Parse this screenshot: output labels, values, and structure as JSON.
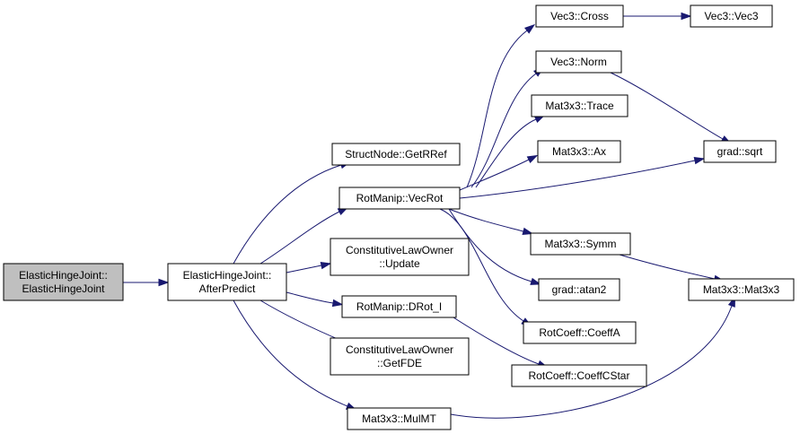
{
  "graph": {
    "edge_color": "#191970",
    "root_fill": "#bfbfbf",
    "nodes": [
      {
        "id": "root",
        "lines": [
          "ElasticHingeJoint::",
          "ElasticHingeJoint"
        ],
        "root": true
      },
      {
        "id": "afterpredict",
        "lines": [
          "ElasticHingeJoint::",
          "AfterPredict"
        ]
      },
      {
        "id": "getrref",
        "lines": [
          "StructNode::GetRRef"
        ]
      },
      {
        "id": "vecrot",
        "lines": [
          "RotManip::VecRot"
        ]
      },
      {
        "id": "clo_update",
        "lines": [
          "ConstitutiveLawOwner",
          "::Update"
        ]
      },
      {
        "id": "drot",
        "lines": [
          "RotManip::DRot_I"
        ]
      },
      {
        "id": "clo_getfde",
        "lines": [
          "ConstitutiveLawOwner",
          "::GetFDE"
        ]
      },
      {
        "id": "mulmt",
        "lines": [
          "Mat3x3::MulMT"
        ]
      },
      {
        "id": "cross",
        "lines": [
          "Vec3::Cross"
        ]
      },
      {
        "id": "norm",
        "lines": [
          "Vec3::Norm"
        ]
      },
      {
        "id": "trace",
        "lines": [
          "Mat3x3::Trace"
        ]
      },
      {
        "id": "ax",
        "lines": [
          "Mat3x3::Ax"
        ]
      },
      {
        "id": "symm",
        "lines": [
          "Mat3x3::Symm"
        ]
      },
      {
        "id": "atan2",
        "lines": [
          "grad::atan2"
        ]
      },
      {
        "id": "coeffa",
        "lines": [
          "RotCoeff::CoeffA"
        ]
      },
      {
        "id": "coeffcstar",
        "lines": [
          "RotCoeff::CoeffCStar"
        ]
      },
      {
        "id": "vec3ctor",
        "lines": [
          "Vec3::Vec3"
        ]
      },
      {
        "id": "sqrt",
        "lines": [
          "grad::sqrt"
        ]
      },
      {
        "id": "mat3x3ctor",
        "lines": [
          "Mat3x3::Mat3x3"
        ]
      }
    ],
    "edges": [
      [
        "root",
        "afterpredict"
      ],
      [
        "afterpredict",
        "getrref"
      ],
      [
        "afterpredict",
        "vecrot"
      ],
      [
        "afterpredict",
        "clo_update"
      ],
      [
        "afterpredict",
        "drot"
      ],
      [
        "afterpredict",
        "clo_getfde"
      ],
      [
        "afterpredict",
        "mulmt"
      ],
      [
        "vecrot",
        "cross"
      ],
      [
        "vecrot",
        "norm"
      ],
      [
        "vecrot",
        "trace"
      ],
      [
        "vecrot",
        "ax"
      ],
      [
        "vecrot",
        "sqrt"
      ],
      [
        "vecrot",
        "symm"
      ],
      [
        "vecrot",
        "atan2"
      ],
      [
        "vecrot",
        "coeffa"
      ],
      [
        "cross",
        "vec3ctor"
      ],
      [
        "norm",
        "sqrt"
      ],
      [
        "symm",
        "mat3x3ctor"
      ],
      [
        "drot",
        "coeffcstar"
      ],
      [
        "mulmt",
        "mat3x3ctor"
      ]
    ]
  }
}
